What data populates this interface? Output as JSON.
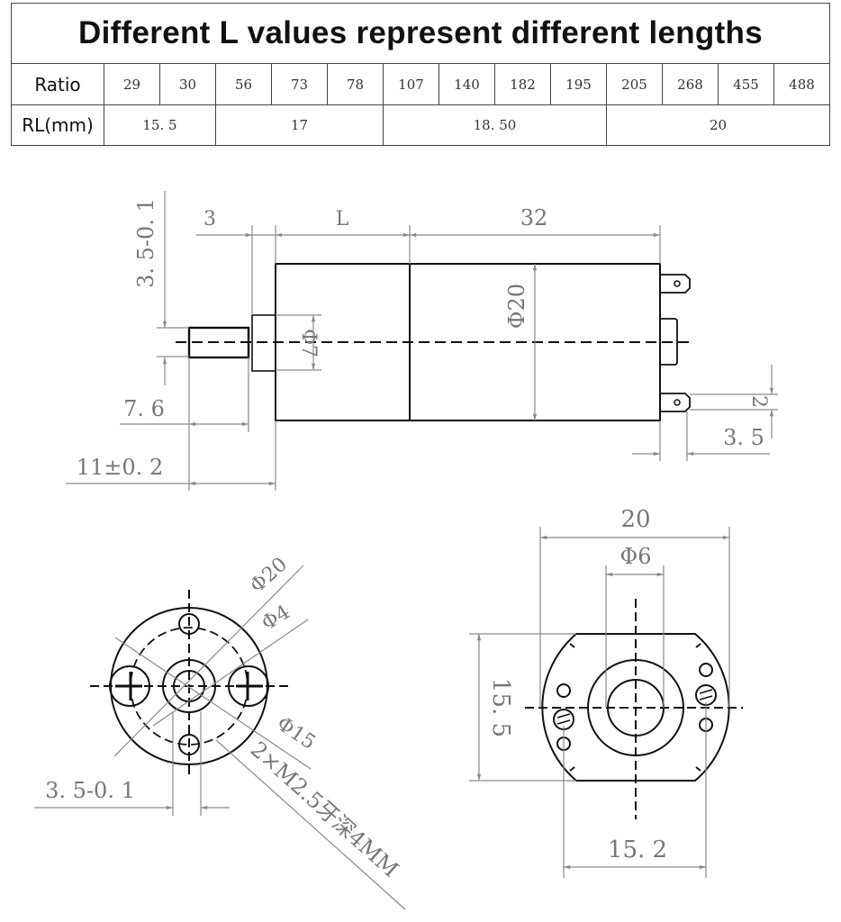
{
  "title": "Different L values represent different lengths",
  "table": {
    "row_headers": [
      "Ratio",
      "RL(mm)"
    ],
    "ratios": [
      "29",
      "30",
      "56",
      "73",
      "78",
      "107",
      "140",
      "182",
      "195",
      "205",
      "268",
      "455",
      "488"
    ],
    "rl_groups": [
      {
        "value": "15. 5",
        "span": 2
      },
      {
        "value": "17",
        "span": 3
      },
      {
        "value": "18. 50",
        "span": 4
      },
      {
        "value": "20",
        "span": 4
      }
    ]
  },
  "side_view": {
    "dim_shaft_flat": "3. 5-0. 1",
    "dim_boss": "3",
    "dim_gearbox": "L",
    "dim_motor": "32",
    "dim_boss_dia": "Φ7",
    "dim_body_dia": "Φ20",
    "dim_shaft_len": "7. 6",
    "dim_total_shaft": "11±0. 2",
    "dim_terminal_gap": "2",
    "dim_terminal_len": "3. 5"
  },
  "front_view": {
    "dim_outer": "Φ20",
    "dim_shaft": "Φ4",
    "dim_pcd": "Φ15",
    "dim_flat": "3. 5-0. 1",
    "thread_note": "2×M2.5牙深4MM"
  },
  "rear_view": {
    "dim_width": "20",
    "dim_bearing": "Φ6",
    "dim_height": "15. 5",
    "dim_terminals": "15. 2"
  },
  "colors": {
    "line": "#111111",
    "dim": "#8a8a8a",
    "text": "#777777",
    "border": "#444444"
  }
}
